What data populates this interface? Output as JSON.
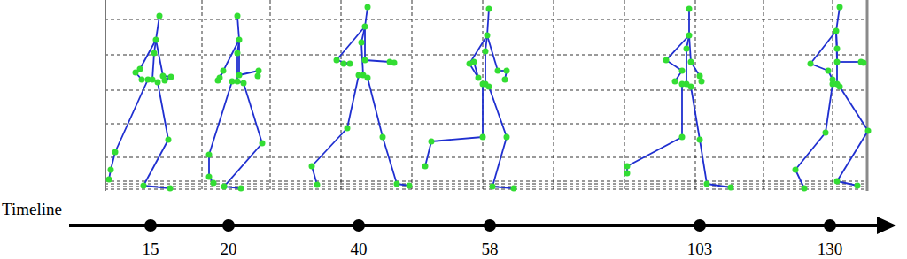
{
  "diagram": {
    "labels": [
      "Timeline",
      "15",
      "20",
      "40",
      "58",
      "103",
      "130"
    ]
  }
}
